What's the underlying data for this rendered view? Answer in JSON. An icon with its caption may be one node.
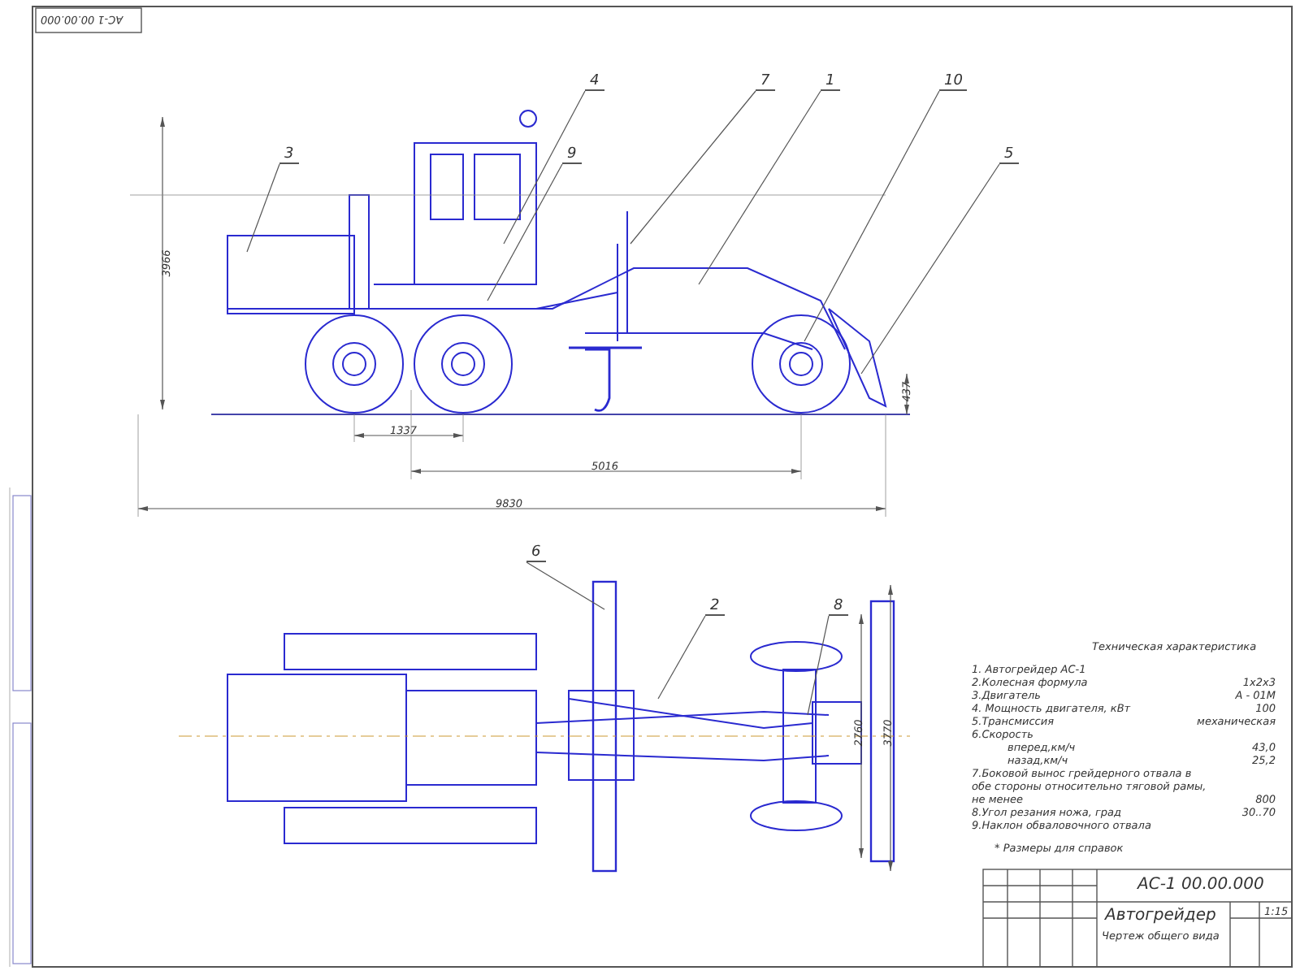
{
  "diagram": {
    "nodes": [
      {
        "text": [
          "4"
        ]
      },
      {
        "text": [
          "7"
        ]
      },
      {
        "text": [
          "1"
        ]
      },
      {
        "text": [
          "10"
        ]
      },
      {
        "text": [
          "3"
        ]
      },
      {
        "text": [
          "9"
        ]
      },
      {
        "text": [
          "5"
        ]
      },
      {
        "text": [
          "6"
        ]
      },
      {
        "text": [
          "2"
        ]
      },
      {
        "text": [
          "8"
        ]
      }
    ],
    "edges": [
      {
        "from": 0,
        "to": null,
        "arrow": "none"
      },
      {
        "from": 1,
        "to": null,
        "arrow": "none"
      },
      {
        "from": 2,
        "to": null,
        "arrow": "none"
      },
      {
        "from": 3,
        "to": null,
        "arrow": "none"
      },
      {
        "from": 4,
        "to": null,
        "arrow": "none"
      },
      {
        "from": 5,
        "to": null,
        "arrow": "none"
      },
      {
        "from": 6,
        "to": null,
        "arrow": "none"
      },
      {
        "from": 7,
        "to": null,
        "arrow": "none"
      },
      {
        "from": 8,
        "to": null,
        "arrow": "none"
      },
      {
        "from": 9,
        "to": null,
        "arrow": "none"
      }
    ],
    "labels": [
      "АС-1 00.00.000",
      "3966",
      "1337",
      "5016",
      "9830",
      "437",
      "2760",
      "3770",
      "Техническая характеристика",
      "1. Автогрейдер АС-1",
      "2.Колесная формула",
      "1х2х3",
      "3.Двигатель",
      "А - 01М",
      "4. Мощность двигателя, кВт",
      "100",
      "5.Трансмиссия",
      "механическая",
      "6.Скорость",
      "вперед,км/ч",
      "43,0",
      "назад,км/ч",
      "25,2",
      "7.Боковой вынос грейдерного отвала в обе стороны относительно тяговой рамы, не менее",
      "800",
      "8.Угол резания ножа, град",
      "30..70",
      "9.Наклон обваловочного отвала",
      "* Размеры для справок",
      "АС-1 00.00.000",
      "Автогрейдер",
      "Чертеж общего вида",
      "1:15"
    ]
  }
}
